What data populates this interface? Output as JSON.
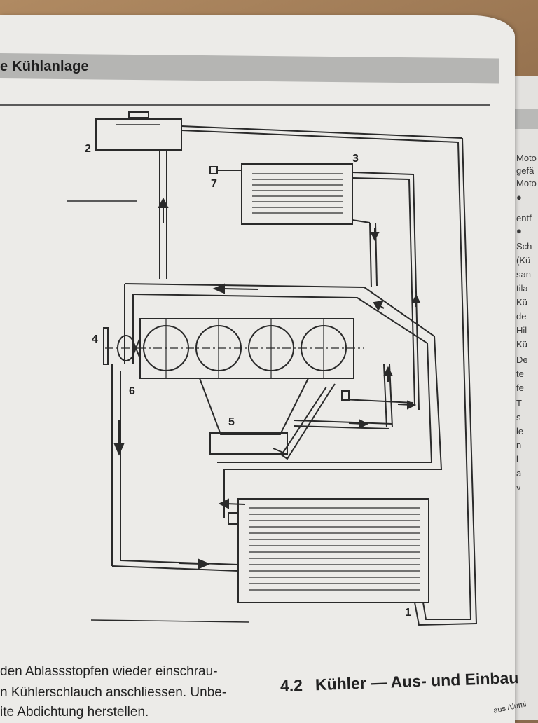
{
  "header": {
    "title": "e Kühlanlage"
  },
  "diagram": {
    "labels": [
      "1",
      "2",
      "3",
      "4",
      "5",
      "6",
      "7"
    ]
  },
  "right_column": {
    "lines": [
      "Moto",
      "gefä",
      "Moto",
      "●",
      "entf",
      "●",
      "Sch",
      "(Kü",
      "san",
      "tila",
      "Kü",
      "de",
      "Hil",
      "Kü",
      "De",
      "te",
      "fe",
      "T",
      "s",
      "le",
      "n",
      "l",
      "a",
      "v"
    ]
  },
  "body_text": {
    "lines": [
      "den Ablassstopfen wieder einschrau-",
      "n Kühlerschlauch anschliessen. Unbe-",
      "ite Abdichtung herstellen."
    ]
  },
  "section": {
    "number": "4.2",
    "title": "Kühler — Aus- und Einbau"
  },
  "corner": {
    "text": "aus Alumi"
  }
}
